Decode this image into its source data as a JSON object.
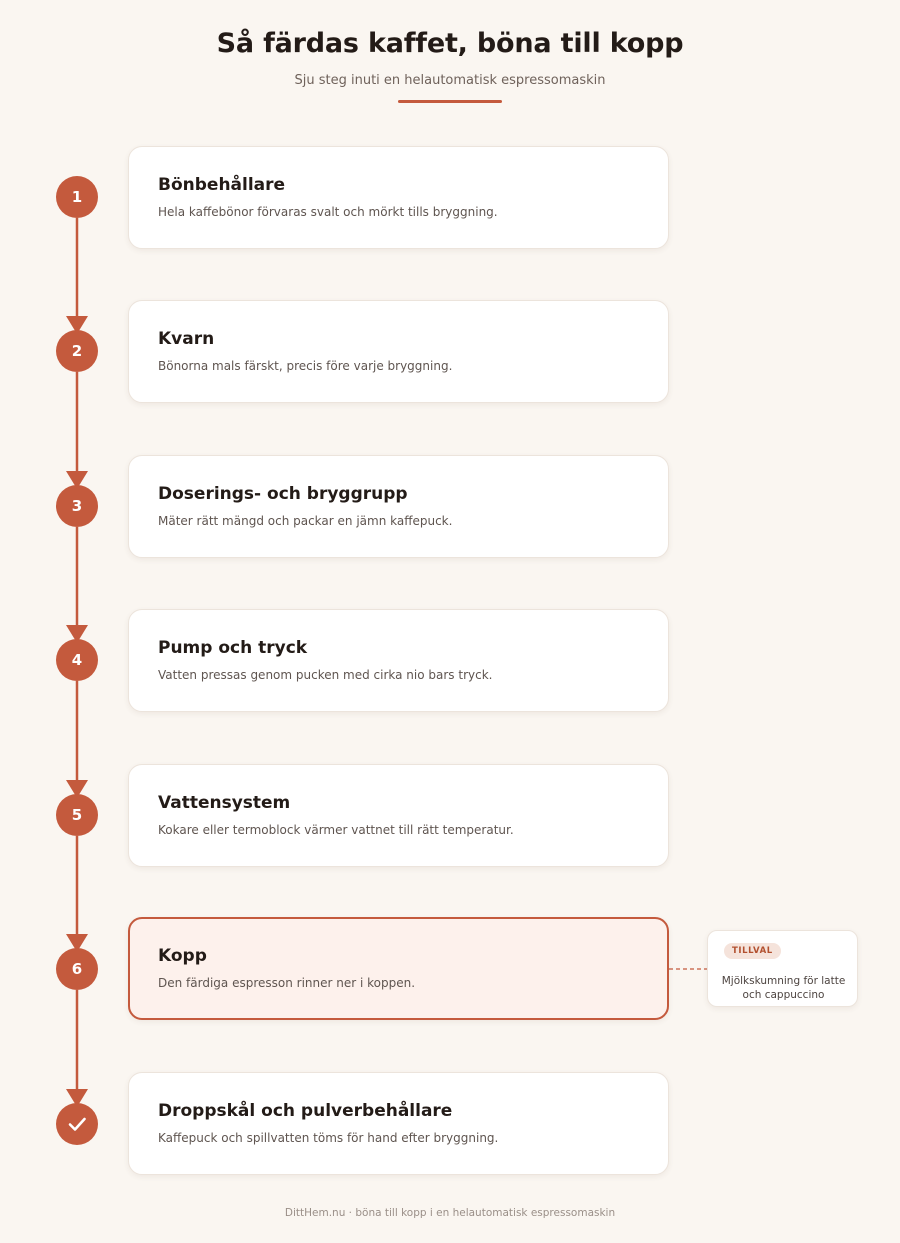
{
  "header": {
    "title": "Så färdas kaffet, böna till kopp",
    "subtitle": "Sju steg inuti en helautomatisk espressomaskin"
  },
  "steps": [
    {
      "marker": "1",
      "title": "Bönbehållare",
      "description": "Hela kaffebönor förvaras svalt och mörkt tills bryggning."
    },
    {
      "marker": "2",
      "title": "Kvarn",
      "description": "Bönorna mals färskt, precis före varje bryggning."
    },
    {
      "marker": "3",
      "title": "Doserings- och bryggrupp",
      "description": "Mäter rätt mängd och packar en jämn kaffepuck."
    },
    {
      "marker": "4",
      "title": "Pump och tryck",
      "description": "Vatten pressas genom pucken med cirka nio bars tryck."
    },
    {
      "marker": "5",
      "title": "Vattensystem",
      "description": "Kokare eller termoblock värmer vattnet till rätt temperatur."
    },
    {
      "marker": "6",
      "title": "Kopp",
      "description": "Den färdiga espresson rinner ner i koppen.",
      "highlighted": true
    },
    {
      "marker_icon": "checkmark-icon",
      "title": "Droppskål och pulverbehållare",
      "description": "Kaffepuck och spillvatten töms för hand efter bryggning."
    }
  ],
  "side_note": {
    "badge": "TILLVAL",
    "text": "Mjölkskumning för latte och cappuccino"
  },
  "footer": {
    "text": "DittHem.nu · böna till kopp i en helautomatisk espressomaskin"
  },
  "colors": {
    "accent": "#c45a3d",
    "background": "#faf6f1",
    "highlight_fill": "#fdf1ec"
  }
}
